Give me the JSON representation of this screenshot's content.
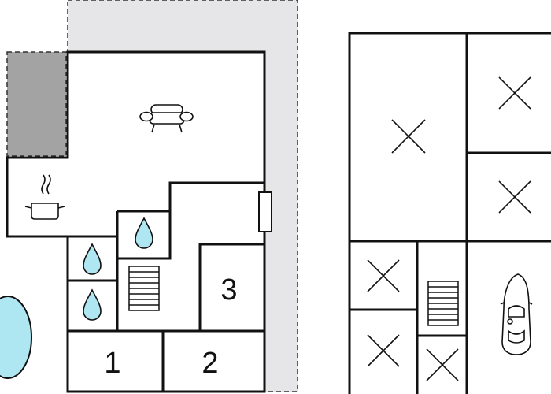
{
  "colors": {
    "wall": "#111111",
    "terrace": "#e6e6e8",
    "terrace_border": "#333333",
    "storage_block": "#a3a3a3",
    "pool": "#aee6f2",
    "water_drop": "#aee6f2"
  },
  "rooms": {
    "bedroom_1": "1",
    "bedroom_2": "2",
    "bedroom_3": "3"
  },
  "icons": [
    "sofa-icon",
    "cooking-pot-icon",
    "water-drop-icon",
    "stairs-icon",
    "car-icon",
    "cross-mark-icon"
  ]
}
